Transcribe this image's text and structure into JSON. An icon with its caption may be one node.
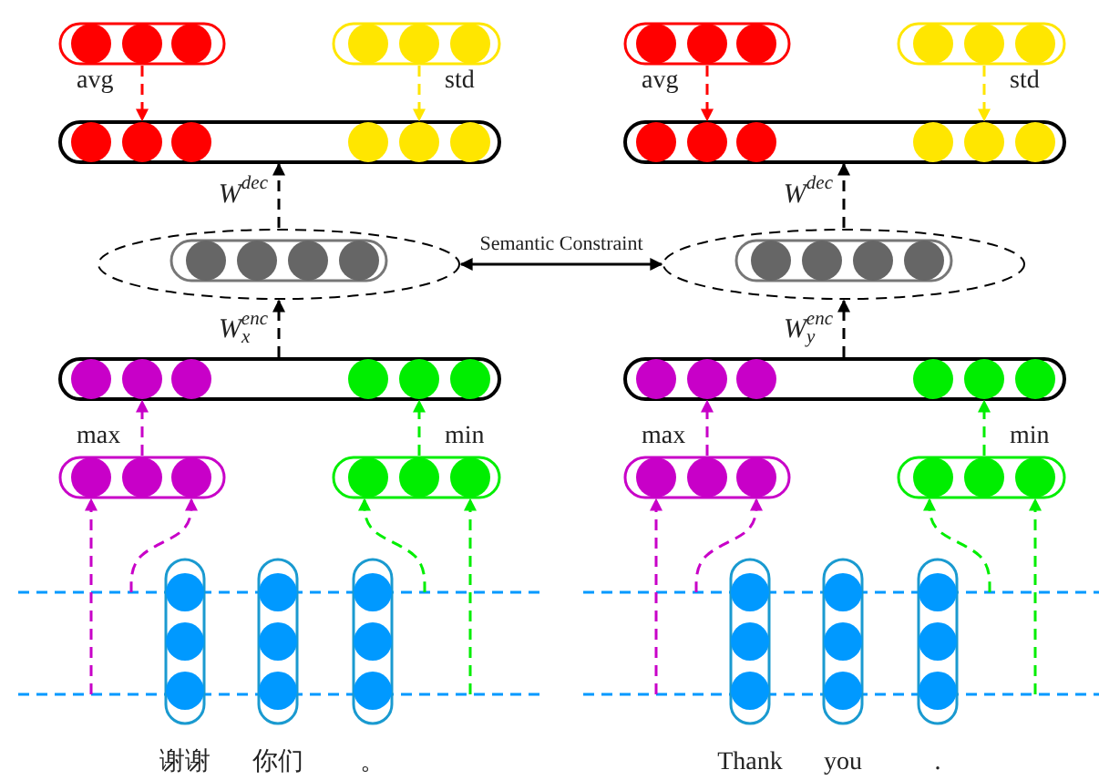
{
  "diagram": {
    "nodes": [
      {
        "text": [],
        "shape": "bar",
        "beside": [
          "avg"
        ]
      },
      {
        "text": [],
        "shape": "bar",
        "beside": [
          "std"
        ]
      },
      {
        "text": [],
        "shape": "bar"
      },
      {
        "text": [],
        "shape": "ellipse"
      },
      {
        "text": [],
        "shape": "bar",
        "in": 3
      },
      {
        "text": [],
        "shape": "bar"
      },
      {
        "text": [],
        "shape": "bar",
        "beside": [
          "max"
        ]
      },
      {
        "text": [],
        "shape": "bar",
        "beside": [
          "min"
        ]
      },
      {
        "text": [],
        "shape": "bar",
        "beside": [
          "谢谢"
        ]
      },
      {
        "text": [],
        "shape": "bar",
        "beside": [
          "你们"
        ]
      },
      {
        "text": [],
        "shape": "bar",
        "beside": [
          "。"
        ]
      },
      {
        "text": [],
        "shape": "bar",
        "beside": [
          "avg"
        ]
      },
      {
        "text": [],
        "shape": "bar",
        "beside": [
          "std"
        ]
      },
      {
        "text": [],
        "shape": "bar"
      },
      {
        "text": [],
        "shape": "ellipse"
      },
      {
        "text": [],
        "shape": "bar",
        "in": 14
      },
      {
        "text": [],
        "shape": "bar"
      },
      {
        "text": [],
        "shape": "bar",
        "beside": [
          "max"
        ]
      },
      {
        "text": [],
        "shape": "bar",
        "beside": [
          "min"
        ]
      },
      {
        "text": [],
        "shape": "bar",
        "beside": [
          "Thank"
        ]
      },
      {
        "text": [],
        "shape": "bar",
        "beside": [
          "you"
        ]
      },
      {
        "text": [],
        "shape": "bar",
        "beside": [
          "."
        ]
      }
    ],
    "edges": [
      {
        "from": 0,
        "to": 2,
        "arrow": "to",
        "style": "dashed",
        "color": "#ff0000"
      },
      {
        "from": 1,
        "to": 2,
        "arrow": "to",
        "style": "dashed",
        "color": "#ffe600"
      },
      {
        "from": 5,
        "to": 3,
        "arrow": "to",
        "style": "dashed",
        "color": "#000000",
        "label": "W$_{x}$$^{enc}$"
      },
      {
        "from": 3,
        "to": 2,
        "arrow": "to",
        "style": "dashed",
        "color": "#000000",
        "label": "W$^{dec}$"
      },
      {
        "from": 6,
        "to": 5,
        "arrow": "to",
        "style": "dashed",
        "color": "#c800c8"
      },
      {
        "from": 7,
        "to": 5,
        "arrow": "to",
        "style": "dashed",
        "color": "#00ee00"
      },
      {
        "from": null,
        "to": 6,
        "arrow": "to",
        "style": "dashed",
        "color": "#c800c8"
      },
      {
        "from": null,
        "to": 6,
        "arrow": "to",
        "style": "dashed",
        "color": "#c800c8"
      },
      {
        "from": null,
        "to": 7,
        "arrow": "to",
        "style": "dashed",
        "color": "#00ee00"
      },
      {
        "from": null,
        "to": 7,
        "arrow": "to",
        "style": "dashed",
        "color": "#00ee00"
      },
      {
        "from": 11,
        "to": 13,
        "arrow": "to",
        "style": "dashed",
        "color": "#ff0000"
      },
      {
        "from": 12,
        "to": 13,
        "arrow": "to",
        "style": "dashed",
        "color": "#ffe600"
      },
      {
        "from": 16,
        "to": 14,
        "arrow": "to",
        "style": "dashed",
        "color": "#000000",
        "label": "W$_{y}$$^{enc}$"
      },
      {
        "from": 14,
        "to": 13,
        "arrow": "to",
        "style": "dashed",
        "color": "#000000",
        "label": "W$^{dec}$"
      },
      {
        "from": 17,
        "to": 16,
        "arrow": "to",
        "style": "dashed",
        "color": "#c800c8"
      },
      {
        "from": 18,
        "to": 16,
        "arrow": "to",
        "style": "dashed",
        "color": "#00ee00"
      },
      {
        "from": null,
        "to": 17,
        "arrow": "to",
        "style": "dashed",
        "color": "#c800c8"
      },
      {
        "from": null,
        "to": 17,
        "arrow": "to",
        "style": "dashed",
        "color": "#c800c8"
      },
      {
        "from": null,
        "to": 18,
        "arrow": "to",
        "style": "dashed",
        "color": "#00ee00"
      },
      {
        "from": null,
        "to": 18,
        "arrow": "to",
        "style": "dashed",
        "color": "#00ee00"
      },
      {
        "from": 3,
        "to": 14,
        "arrow": "both",
        "color": "#000000",
        "label": "Semantic Constraint"
      }
    ]
  }
}
